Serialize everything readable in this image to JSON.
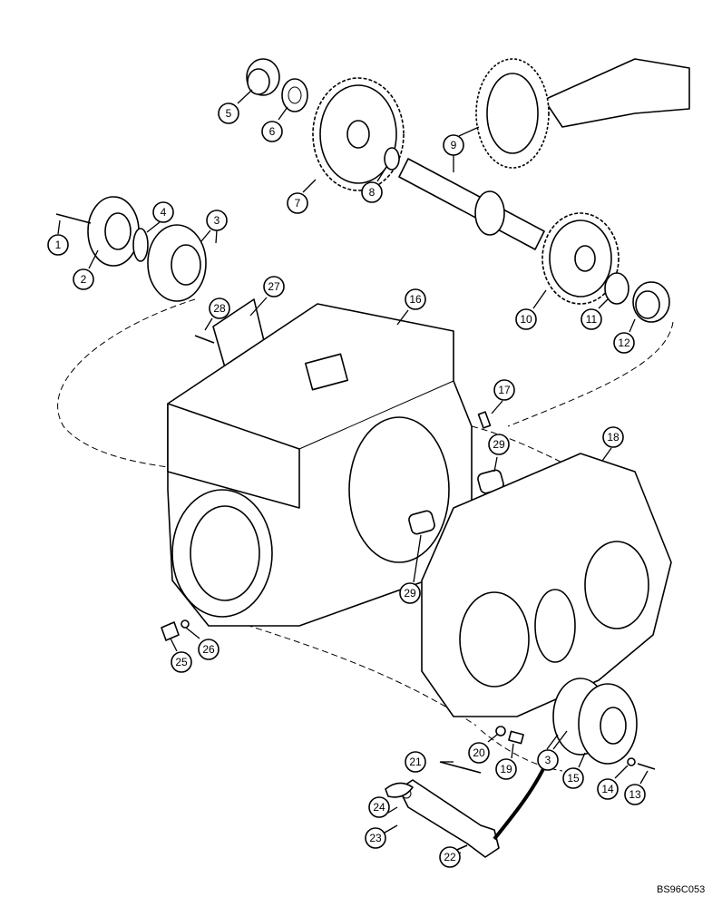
{
  "figure_code": "BS96C053",
  "callouts": [
    {
      "label": "1"
    },
    {
      "label": "2"
    },
    {
      "label": "3"
    },
    {
      "label": "4"
    },
    {
      "label": "5"
    },
    {
      "label": "6"
    },
    {
      "label": "7"
    },
    {
      "label": "8"
    },
    {
      "label": "9"
    },
    {
      "label": "10"
    },
    {
      "label": "11"
    },
    {
      "label": "12"
    },
    {
      "label": "13"
    },
    {
      "label": "14"
    },
    {
      "label": "15"
    },
    {
      "label": "16"
    },
    {
      "label": "17"
    },
    {
      "label": "18"
    },
    {
      "label": "19"
    },
    {
      "label": "20"
    },
    {
      "label": "21"
    },
    {
      "label": "22"
    },
    {
      "label": "23"
    },
    {
      "label": "24"
    },
    {
      "label": "25"
    },
    {
      "label": "26"
    },
    {
      "label": "27"
    },
    {
      "label": "28"
    },
    {
      "label": "29"
    },
    {
      "label": "29"
    },
    {
      "label": "3"
    }
  ]
}
